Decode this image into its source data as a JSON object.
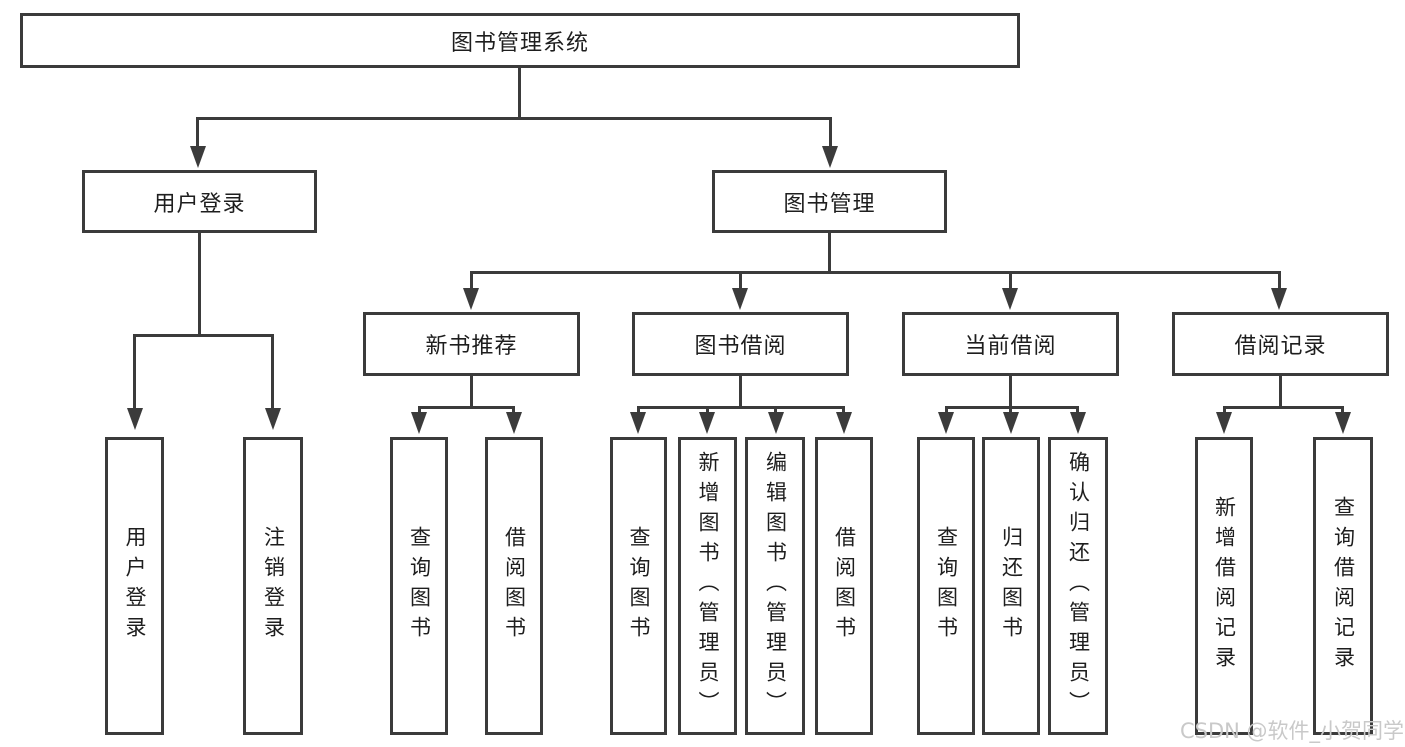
{
  "diagram": {
    "root": {
      "label": "图书管理系统"
    },
    "branches": [
      {
        "label": "用户登录",
        "children": [
          {
            "label": "用户登录"
          },
          {
            "label": "注销登录"
          }
        ]
      },
      {
        "label": "图书管理",
        "children": [
          {
            "label": "新书推荐",
            "children": [
              {
                "label": "查询图书"
              },
              {
                "label": "借阅图书"
              }
            ]
          },
          {
            "label": "图书借阅",
            "children": [
              {
                "label": "查询图书"
              },
              {
                "label": "新增图书（管理员）"
              },
              {
                "label": "编辑图书（管理员）"
              },
              {
                "label": "借阅图书"
              }
            ]
          },
          {
            "label": "当前借阅",
            "children": [
              {
                "label": "查询图书"
              },
              {
                "label": "归还图书"
              },
              {
                "label": "确认归还（管理员）"
              }
            ]
          },
          {
            "label": "借阅记录",
            "children": [
              {
                "label": "新增借阅记录"
              },
              {
                "label": "查询借阅记录"
              }
            ]
          }
        ]
      }
    ]
  },
  "watermark": {
    "text": "CSDN @软件_小贺同学"
  },
  "colors": {
    "line": "#3b3b3b",
    "text": "#1e1e1e",
    "watermark": "#c9c9c9"
  }
}
